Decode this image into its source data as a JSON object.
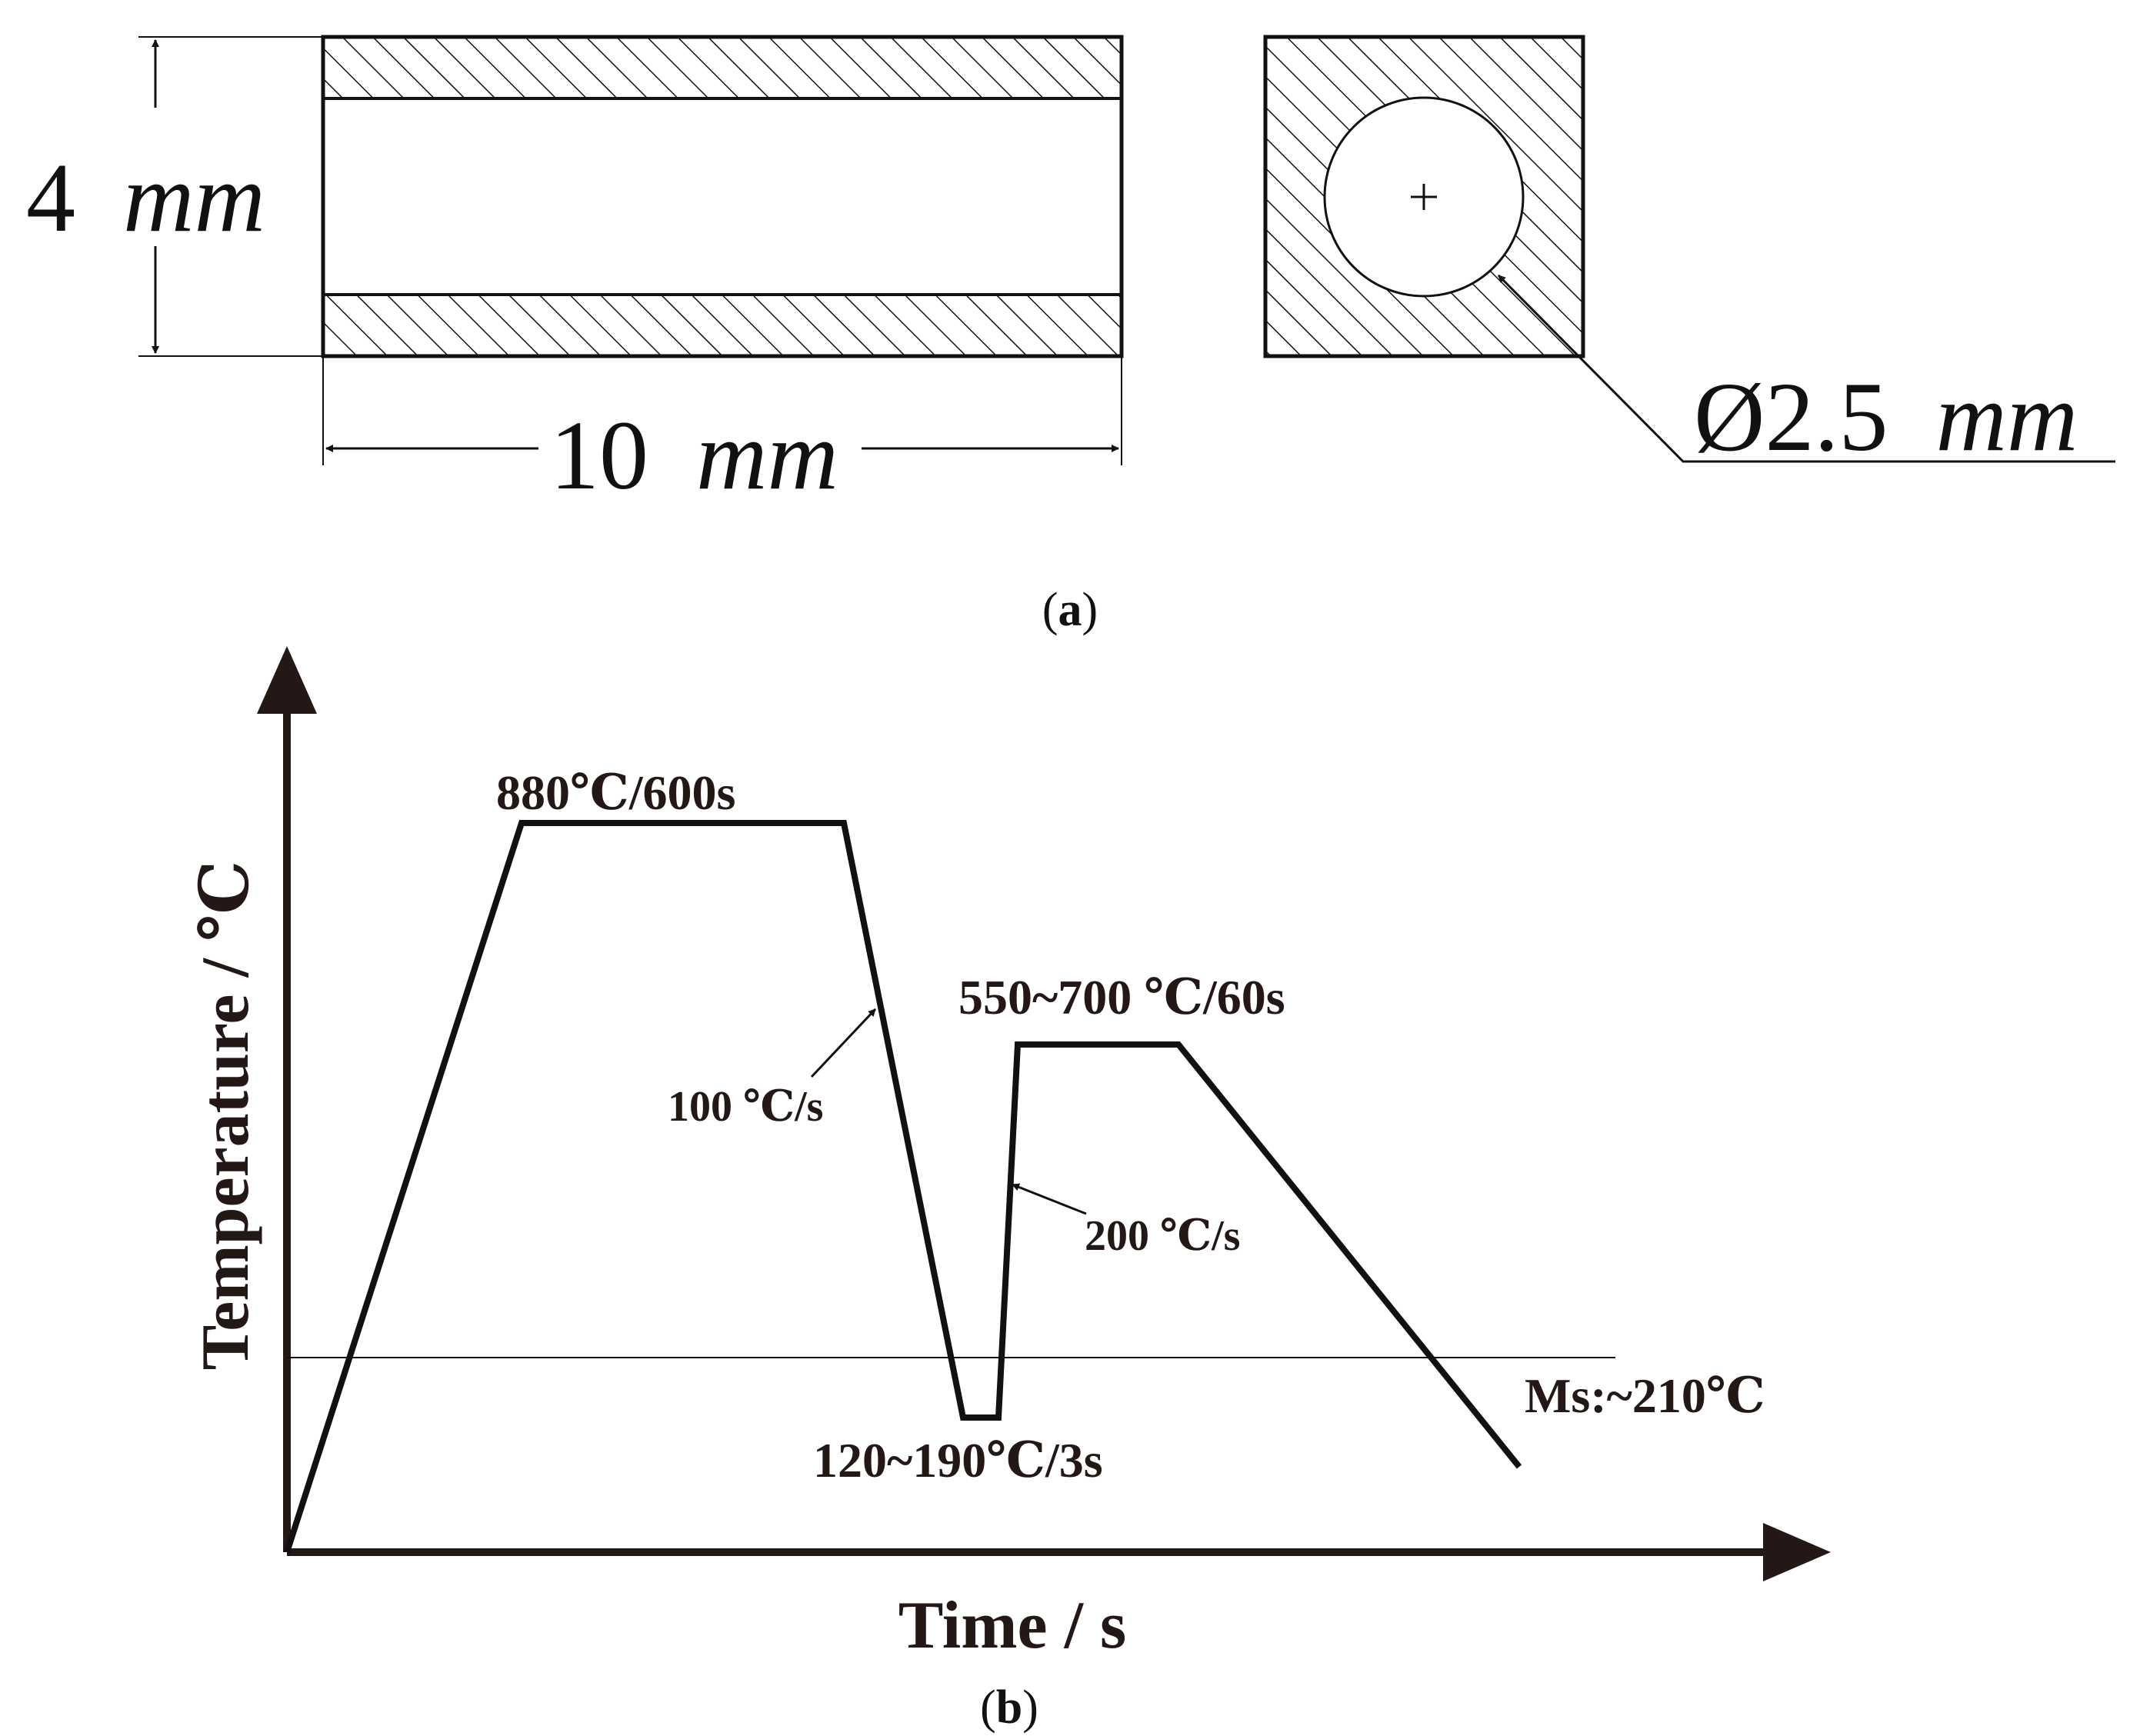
{
  "panel_a": {
    "height_label": {
      "value": "4",
      "unit": "mm"
    },
    "length_label": {
      "value": "10",
      "unit": "mm"
    },
    "diameter_label": {
      "value": "Ø2.5",
      "unit": "mm"
    },
    "caption": {
      "open": "(",
      "letter": "a",
      "close": ")"
    }
  },
  "panel_b": {
    "y_axis_label": "Temperature / ℃",
    "x_axis_label": "Time / s",
    "annotations": {
      "austenitize": "880℃/600s",
      "cool_rate": "100 ℃/s",
      "quench": "120~190℃/3s",
      "reheat_rate": "200 ℃/s",
      "partition": "550~700 ℃/60s",
      "ms_line": "Ms:~210℃"
    },
    "caption": {
      "open": "(",
      "letter": "b",
      "close": ")"
    }
  },
  "colors": {
    "line": "#111111",
    "axis": "#231815",
    "hatch": "#111111",
    "background": "#ffffff"
  }
}
